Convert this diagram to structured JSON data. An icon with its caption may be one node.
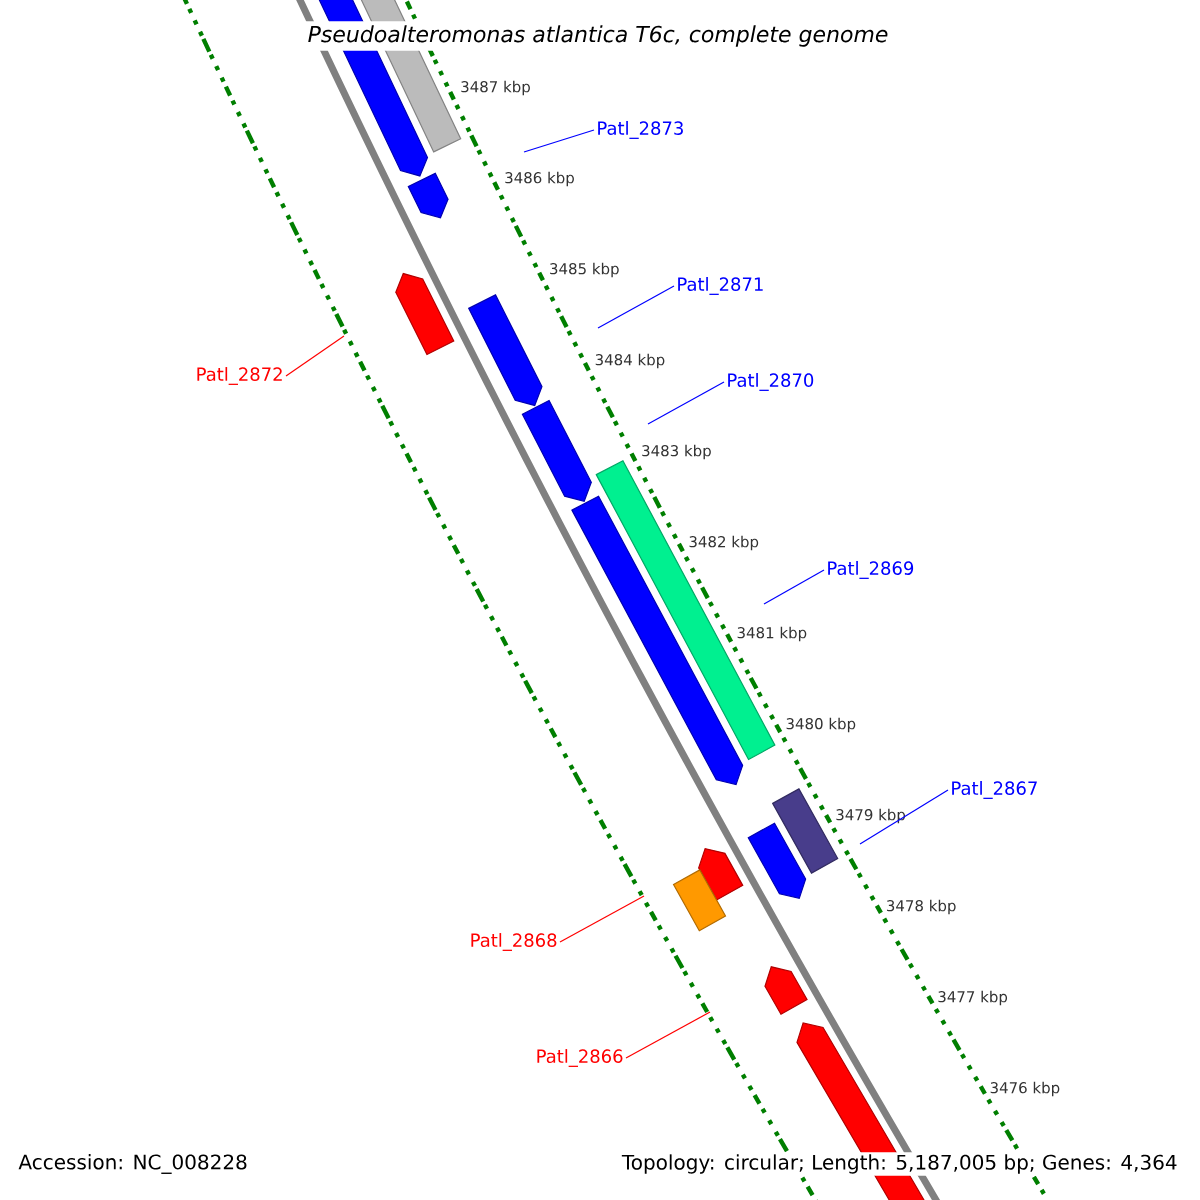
{
  "diagram": {
    "title": "Pseudoalteromonas atlantica T6c, complete genome",
    "nodes": [
      {
        "text": [
          "Patl_2873"
        ]
      },
      {
        "text": [
          "Patl_2871"
        ]
      },
      {
        "text": [
          "Patl_2872"
        ]
      },
      {
        "text": [
          "Patl_2870"
        ]
      },
      {
        "text": [
          "Patl_2869"
        ]
      },
      {
        "text": [
          "Patl_2867"
        ]
      },
      {
        "text": [
          "Patl_2868"
        ]
      },
      {
        "text": [
          "Patl_2866"
        ]
      }
    ],
    "edges": [
      {
        "from": 0,
        "to": null,
        "arrow": "none"
      },
      {
        "from": 1,
        "to": null,
        "arrow": "none"
      },
      {
        "from": 2,
        "to": null,
        "arrow": "none",
        "color": "#ff0000"
      },
      {
        "from": 3,
        "to": null,
        "arrow": "none"
      },
      {
        "from": 4,
        "to": null,
        "arrow": "none"
      },
      {
        "from": 5,
        "to": null,
        "arrow": "none"
      },
      {
        "from": 6,
        "to": null,
        "arrow": "none",
        "color": "#ff0000"
      },
      {
        "from": 7,
        "to": null,
        "arrow": "none",
        "color": "#ff0000"
      }
    ],
    "labels": [
      "3487 kbp",
      "3486 kbp",
      "3485 kbp",
      "3484 kbp",
      "3483 kbp",
      "3482 kbp",
      "3481 kbp",
      "3480 kbp",
      "3479 kbp",
      "3478 kbp",
      "3477 kbp",
      "3476 kbp",
      "Accession: NC_008228",
      "Topology: circular; Length: 5,187,005 bp; Genes: 4,364"
    ]
  }
}
